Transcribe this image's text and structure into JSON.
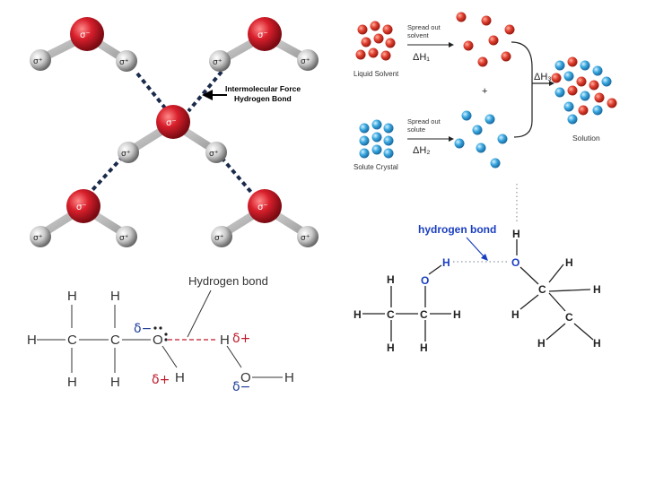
{
  "water_panel": {
    "force_label_line1": "Intermolecular Force",
    "force_label_line2": "Hydrogen Bond",
    "o_charge": "σ⁻",
    "h_charge": "σ⁺",
    "colors": {
      "oxygen": "#d0202c",
      "hydrogen": "#c8c8c8",
      "bond_dash": "#1a2a4a"
    }
  },
  "solution_panel": {
    "step1_label_line1": "Spread out",
    "step1_label_line2": "solvent",
    "step1_enthalpy": "ΔH₁",
    "solvent_label": "Liquid Solvent",
    "plus": "+",
    "step2_label_line1": "Spread out",
    "step2_label_line2": "solute",
    "step2_enthalpy": "ΔH₂",
    "solute_label": "Solute Crystal",
    "step3_enthalpy": "ΔH₃",
    "solution_label": "Solution",
    "colors": {
      "solvent": "#d83a2a",
      "solute": "#3aa0dc"
    }
  },
  "ethanol_water_panel": {
    "title": "Hydrogen bond",
    "delta_minus": "δ−",
    "delta_plus": "δ+",
    "atom_H": "H",
    "atom_C": "C",
    "atom_O": "O",
    "colors": {
      "delta_minus": "#1f3f9a",
      "delta_plus": "#c0182a",
      "bond_dash": "#c0182a"
    }
  },
  "ethanol_pair_panel": {
    "title": "hydrogen bond",
    "atom_H": "H",
    "atom_C": "C",
    "atom_O": "O",
    "colors": {
      "label": "#1a3ec0",
      "oxygen": "#1a3ec0",
      "dotted": "#8a9aa8"
    }
  }
}
